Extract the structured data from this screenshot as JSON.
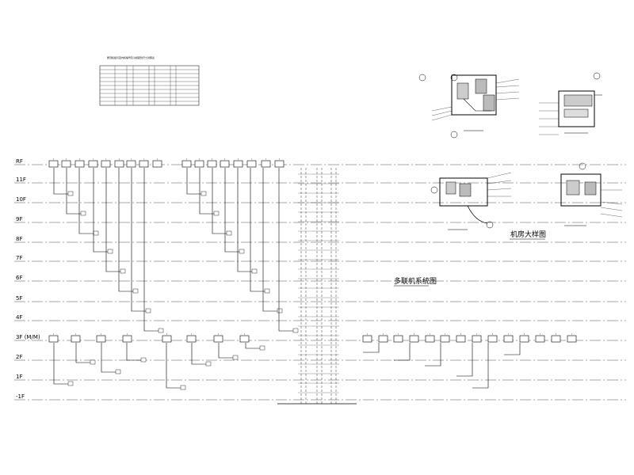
{
  "floors": [
    {
      "label": "RF"
    },
    {
      "label": "11F"
    },
    {
      "label": "10F"
    },
    {
      "label": "9F"
    },
    {
      "label": "8F"
    },
    {
      "label": "7F"
    },
    {
      "label": "6F"
    },
    {
      "label": "5F"
    },
    {
      "label": "4F"
    },
    {
      "label": "3F (M/M)"
    },
    {
      "label": "2F"
    },
    {
      "label": "1F"
    },
    {
      "label": "-1F"
    }
  ],
  "titles": {
    "system_diagram": "多联机系统图",
    "machine_room_detail": "机房大样图"
  },
  "legend_table": {
    "caption": "屋顶机组与室内机编号及冷媒配管尺寸对照表"
  }
}
